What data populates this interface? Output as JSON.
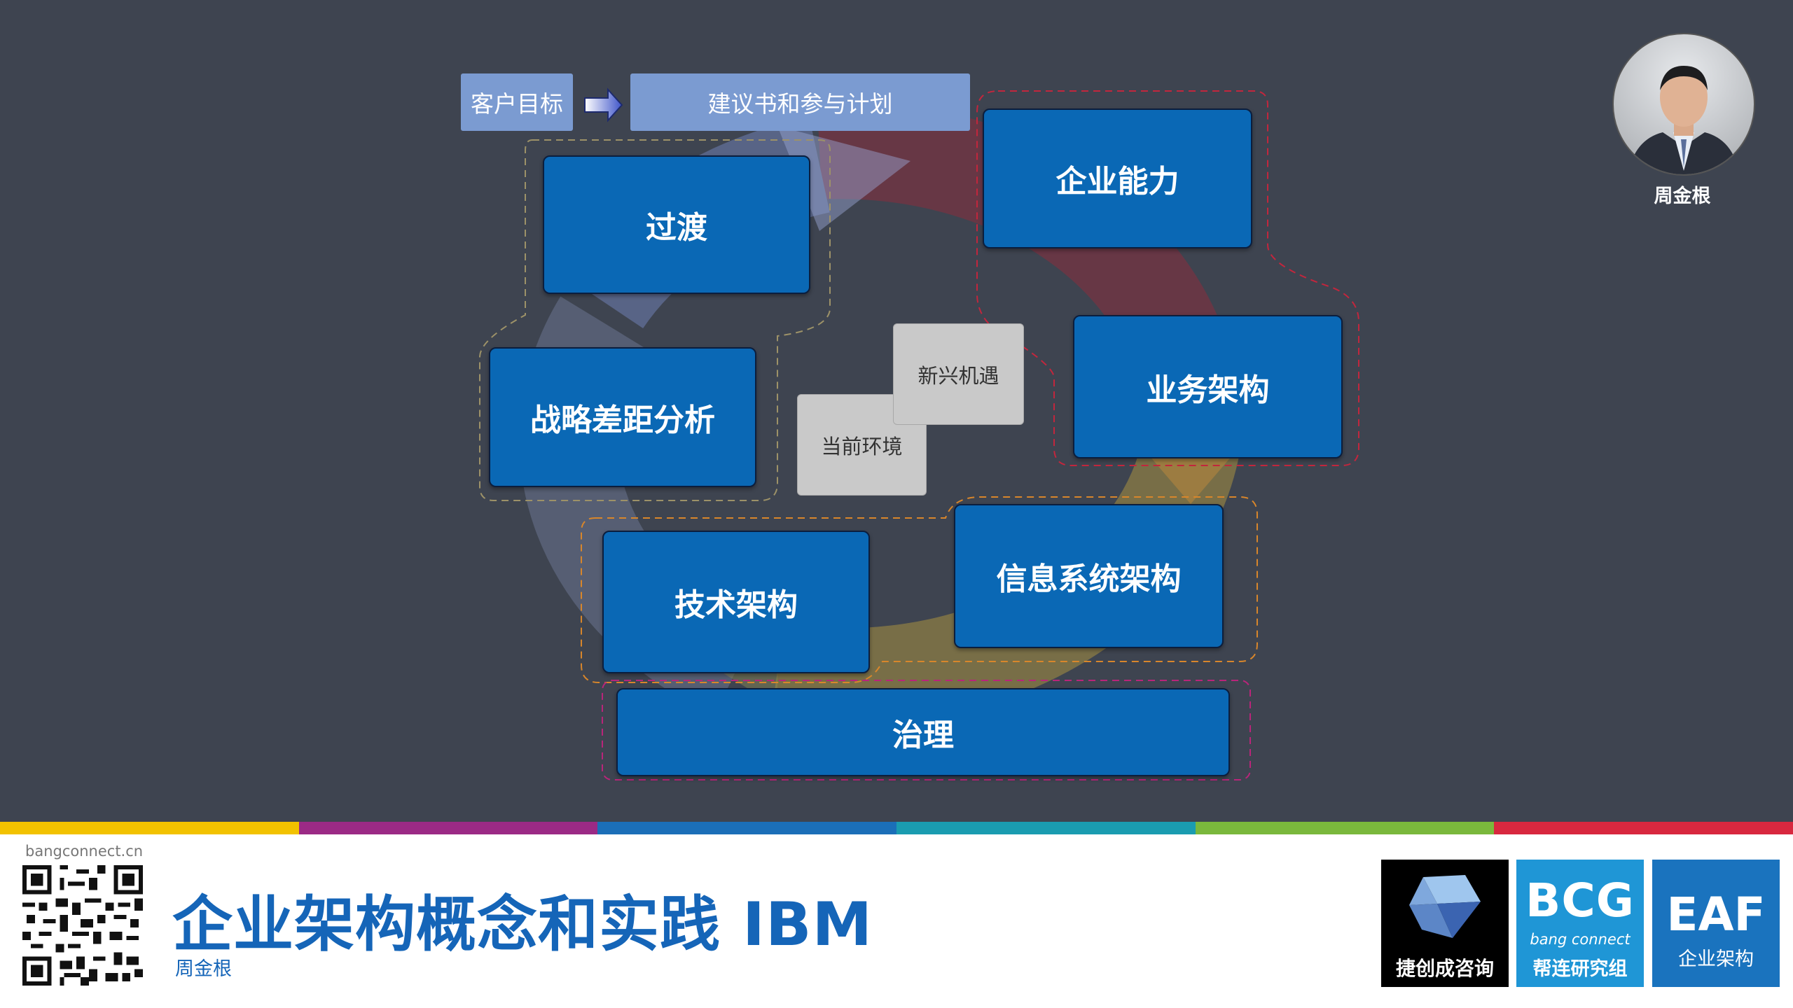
{
  "diagram": {
    "customer_goal": "客户目标",
    "proposal_plan": "建议书和参与计划",
    "boxes": {
      "transition": "过渡",
      "enterprise_capability": "企业能力",
      "strategy_gap": "战略差距分析",
      "business_arch": "业务架构",
      "tech_arch": "技术架构",
      "info_system_arch": "信息系统架构",
      "governance": "治理"
    },
    "gray": {
      "emerging": "新兴机遇",
      "current_env": "当前环境"
    }
  },
  "presenter": {
    "name": "周金根"
  },
  "footer": {
    "site": "bangconnect.cn",
    "title": "企业架构概念和实践 IBM",
    "author": "周金根",
    "logos": {
      "logo1_caption": "捷创成咨询",
      "logo2_big": "BCG",
      "logo2_sub": "bang connect",
      "logo2_caption": "帮连研究组",
      "logo3_big": "EAF",
      "logo3_caption": "企业架构"
    }
  },
  "colors": {
    "background": "#3e4450",
    "box_fill": "#0a68b5",
    "title_blue": "#1565b8",
    "stripe": [
      "#f2c200",
      "#9b2a85",
      "#1b6fb8",
      "#1a9cb0",
      "#7ab83c",
      "#d8283f"
    ]
  }
}
